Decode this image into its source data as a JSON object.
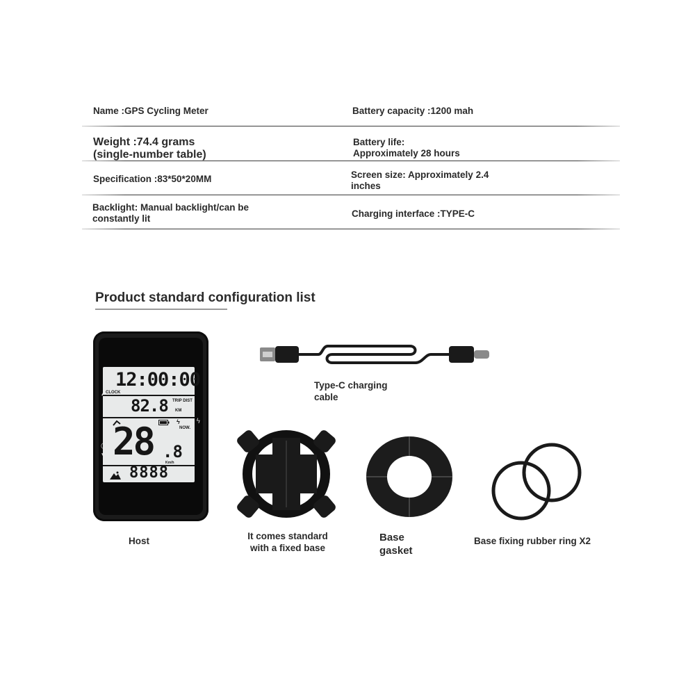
{
  "specs": {
    "name": "Name :GPS Cycling Meter",
    "battery_capacity": "Battery capacity :1200 mah",
    "weight_line1": "Weight :74.4 grams",
    "weight_line2": "(single-number table)",
    "battery_life_line1": "Battery life:",
    "battery_life_line2": "Approximately 28 hours",
    "specification": "Specification :83*50*20MM",
    "screen_size_line1": "Screen size: Approximately 2.4",
    "screen_size_line2": "inches",
    "backlight_line1": "Backlight: Manual backlight/can be",
    "backlight_line2": "constantly lit",
    "charging_interface": "Charging interface :TYPE-C"
  },
  "config": {
    "title": "Product standard configuration list",
    "items": [
      {
        "line1": "Host",
        "line2": ""
      },
      {
        "line1": "Type-C charging",
        "line2": "cable"
      },
      {
        "line1": "It comes standard",
        "line2": "with a fixed base"
      },
      {
        "line1": "Base",
        "line2": "gasket"
      },
      {
        "line1": "Base fixing rubber ring X2",
        "line2": ""
      }
    ]
  },
  "lcd": {
    "clock": "12:00:00",
    "clock_label": "CLOCK",
    "trip_label": "TRIP DIST",
    "distance": "82.8",
    "distance_unit": "KM",
    "now_label": "NOW.",
    "speed": "28",
    "speed_decimal": ".8",
    "speed_unit": "Km/h",
    "bottom": "8888"
  },
  "colors": {
    "text": "#2a2a2a",
    "lcd_background": "#e8eaea",
    "device_body": "#1b1b1b"
  },
  "icons": [
    "usb-c-cable-icon",
    "bike-mount-icon",
    "gasket-icon",
    "rubber-ring-icon",
    "battery-icon",
    "bolt-icon"
  ]
}
